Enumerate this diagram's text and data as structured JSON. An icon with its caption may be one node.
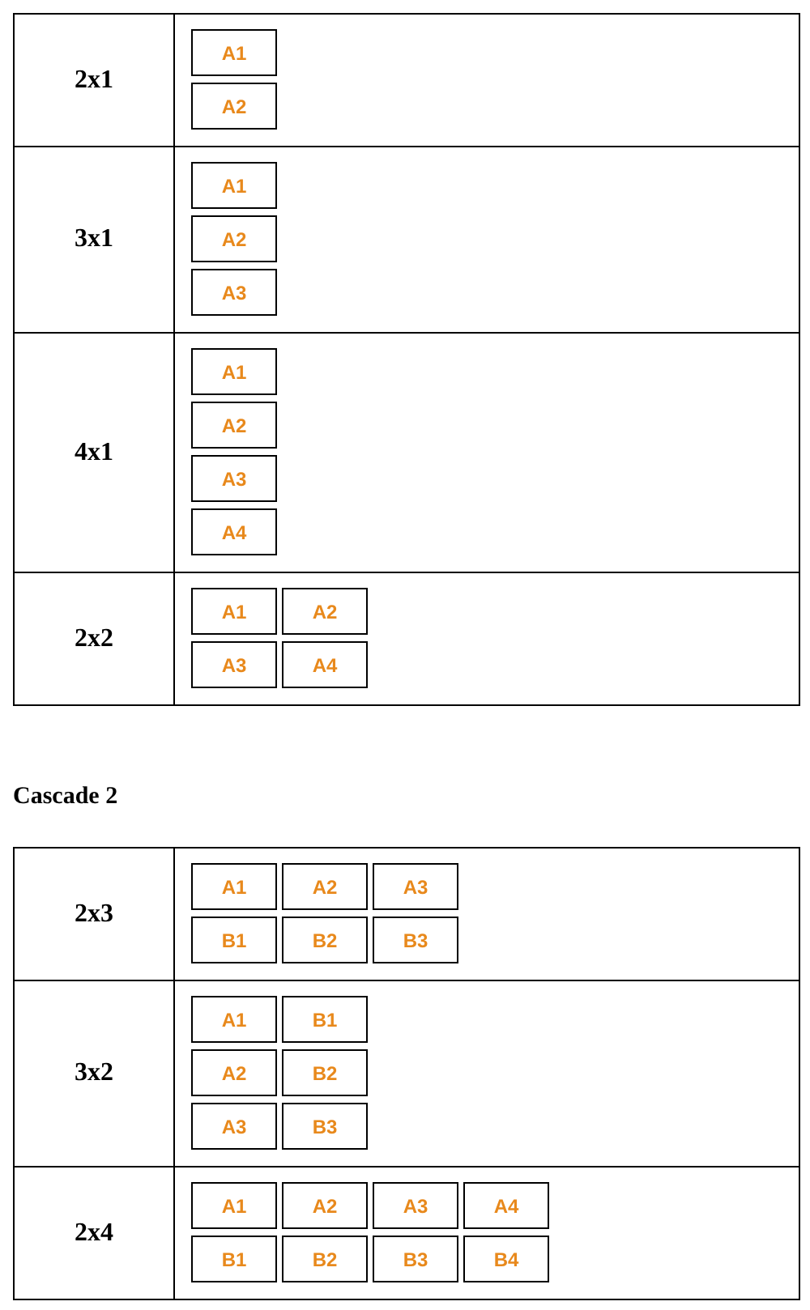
{
  "diagram": {
    "nodes": [
      {
        "text": [
          "2x1"
        ]
      },
      {
        "text": [
          "A1"
        ],
        "in": 0
      },
      {
        "text": [
          "A2"
        ],
        "in": 0
      },
      {
        "text": [
          "3x1"
        ]
      },
      {
        "text": [
          "A1"
        ],
        "in": 3
      },
      {
        "text": [
          "A2"
        ],
        "in": 3
      },
      {
        "text": [
          "A3"
        ],
        "in": 3
      },
      {
        "text": [
          "4x1"
        ]
      },
      {
        "text": [
          "A1"
        ],
        "in": 7
      },
      {
        "text": [
          "A2"
        ],
        "in": 7
      },
      {
        "text": [
          "A3"
        ],
        "in": 7
      },
      {
        "text": [
          "A4"
        ],
        "in": 7
      },
      {
        "text": [
          "2x2"
        ]
      },
      {
        "text": [
          "A1"
        ],
        "in": 12
      },
      {
        "text": [
          "A2"
        ],
        "in": 12
      },
      {
        "text": [
          "A3"
        ],
        "in": 12
      },
      {
        "text": [
          "A4"
        ],
        "in": 12
      },
      {
        "text": [
          "2x3"
        ]
      },
      {
        "text": [
          "A1"
        ],
        "in": 17
      },
      {
        "text": [
          "A2"
        ],
        "in": 17
      },
      {
        "text": [
          "A3"
        ],
        "in": 17
      },
      {
        "text": [
          "B1"
        ],
        "in": 17
      },
      {
        "text": [
          "B2"
        ],
        "in": 17
      },
      {
        "text": [
          "B3"
        ],
        "in": 17
      },
      {
        "text": [
          "3x2"
        ]
      },
      {
        "text": [
          "A1"
        ],
        "in": 24
      },
      {
        "text": [
          "B1"
        ],
        "in": 24
      },
      {
        "text": [
          "A2"
        ],
        "in": 24
      },
      {
        "text": [
          "B2"
        ],
        "in": 24
      },
      {
        "text": [
          "A3"
        ],
        "in": 24
      },
      {
        "text": [
          "B3"
        ],
        "in": 24
      },
      {
        "text": [
          "2x4"
        ]
      },
      {
        "text": [
          "A1"
        ],
        "in": 31
      },
      {
        "text": [
          "A2"
        ],
        "in": 31
      },
      {
        "text": [
          "A3"
        ],
        "in": 31
      },
      {
        "text": [
          "A4"
        ],
        "in": 31
      },
      {
        "text": [
          "B1"
        ],
        "in": 31
      },
      {
        "text": [
          "B2"
        ],
        "in": 31
      },
      {
        "text": [
          "B3"
        ],
        "in": 31
      },
      {
        "text": [
          "B4"
        ],
        "in": 31
      }
    ],
    "labels": [
      "Cascade 2"
    ]
  }
}
